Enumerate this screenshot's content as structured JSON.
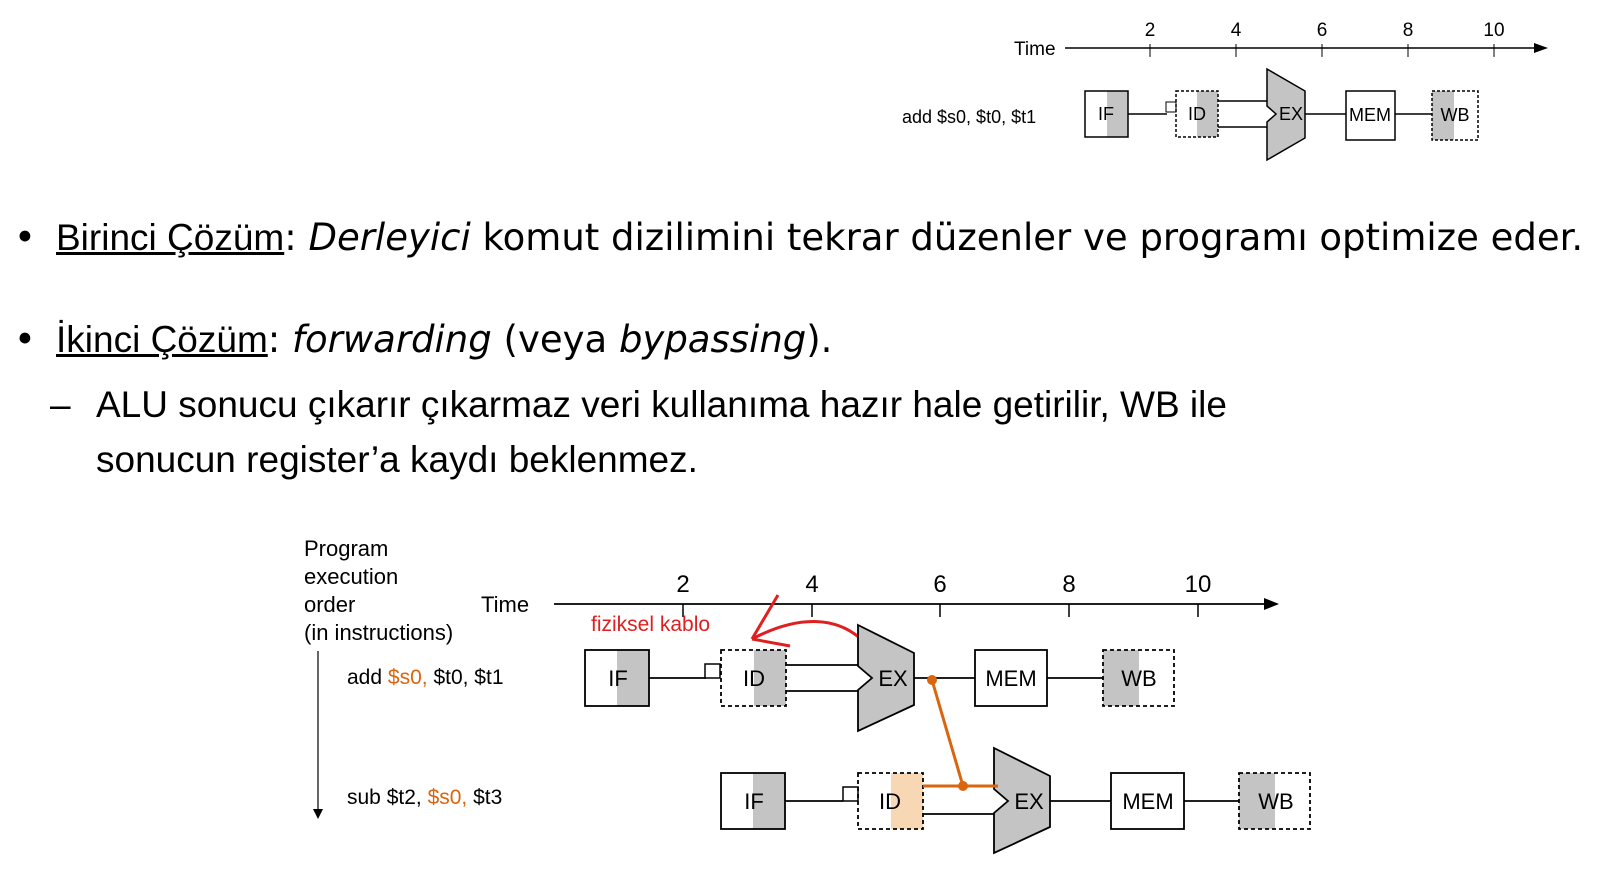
{
  "top_diagram": {
    "time_label": "Time",
    "ticks": [
      "2",
      "4",
      "6",
      "8",
      "10"
    ],
    "instruction": "add $s0, $t0, $t1",
    "stages": [
      "IF",
      "ID",
      "EX",
      "MEM",
      "WB"
    ]
  },
  "bullets": [
    {
      "heading": "Birinci Çözüm",
      "colon": ":",
      "italic": "Derleyici",
      "rest": " komut dizilimini tekrar düzenler ve programı optimize eder."
    },
    {
      "heading": "İkinci Çözüm",
      "colon": ":",
      "italic1": "forwarding",
      "mid": " (veya ",
      "italic2": "bypassing",
      "end": ")."
    }
  ],
  "sub_bullet": {
    "dash": "–",
    "line1": "ALU sonucu çıkarır çıkarmaz veri kullanıma hazır hale getirilir, WB ile",
    "line2": "sonucun register’a kaydı beklenmez."
  },
  "bottom_diagram": {
    "order_label": [
      "Program",
      "execution",
      "order",
      "(in instructions)"
    ],
    "time_label": "Time",
    "ticks": [
      "2",
      "4",
      "6",
      "8",
      "10"
    ],
    "annotation": "fiziksel kablo",
    "instr1": {
      "op": "add",
      "hl": "$s0,",
      "rest": "$t0, $t1"
    },
    "instr2": {
      "op": "sub $t2,",
      "hl": "$s0,",
      "rest": "$t3"
    },
    "stages": [
      "IF",
      "ID",
      "EX",
      "MEM",
      "WB"
    ]
  },
  "colors": {
    "forward": "#d9650f",
    "annotation": "#e02020",
    "stage_gray": "#c4c4c4",
    "id_orange": "#f8d7b4"
  }
}
